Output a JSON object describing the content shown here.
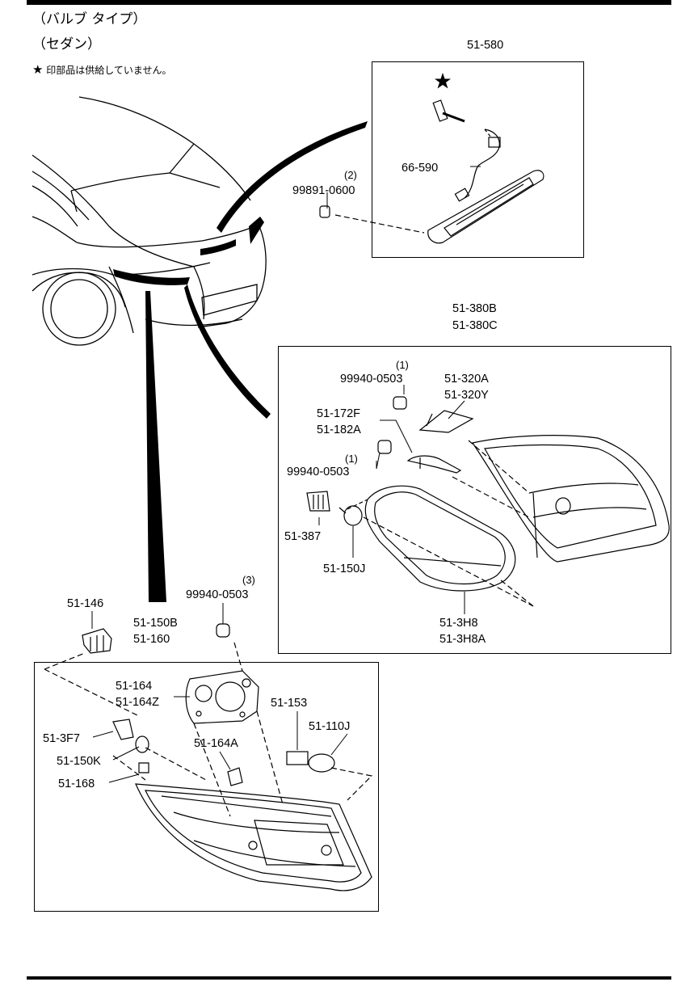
{
  "header": {
    "line1": "（バルブ タイプ）",
    "line2": "（セダン）",
    "note_star": "★",
    "note_text": "印部品は供給していません。"
  },
  "labels": {
    "p51_580": "51-580",
    "p66_590": "66-590",
    "qty2": "(2)",
    "p99891": "99891-0600",
    "p51_380B": "51-380B",
    "p51_380C": "51-380C",
    "qty1a": "(1)",
    "p99940a": "99940-0503",
    "p51_320A": "51-320A",
    "p51_320Y": "51-320Y",
    "p51_172F": "51-172F",
    "p51_182A": "51-182A",
    "qty1b": "(1)",
    "p99940b": "99940-0503",
    "p51_387": "51-387",
    "p51_150J": "51-150J",
    "p51_3H8": "51-3H8",
    "p51_3H8A": "51-3H8A",
    "qty3": "(3)",
    "p99940c": "99940-0503",
    "p51_146": "51-146",
    "p51_150B": "51-150B",
    "p51_160": "51-160",
    "p51_164": "51-164",
    "p51_164Z": "51-164Z",
    "p51_153": "51-153",
    "p51_110J": "51-110J",
    "p51_3F7": "51-3F7",
    "p51_150K": "51-150K",
    "p51_164A": "51-164A",
    "p51_168": "51-168"
  }
}
